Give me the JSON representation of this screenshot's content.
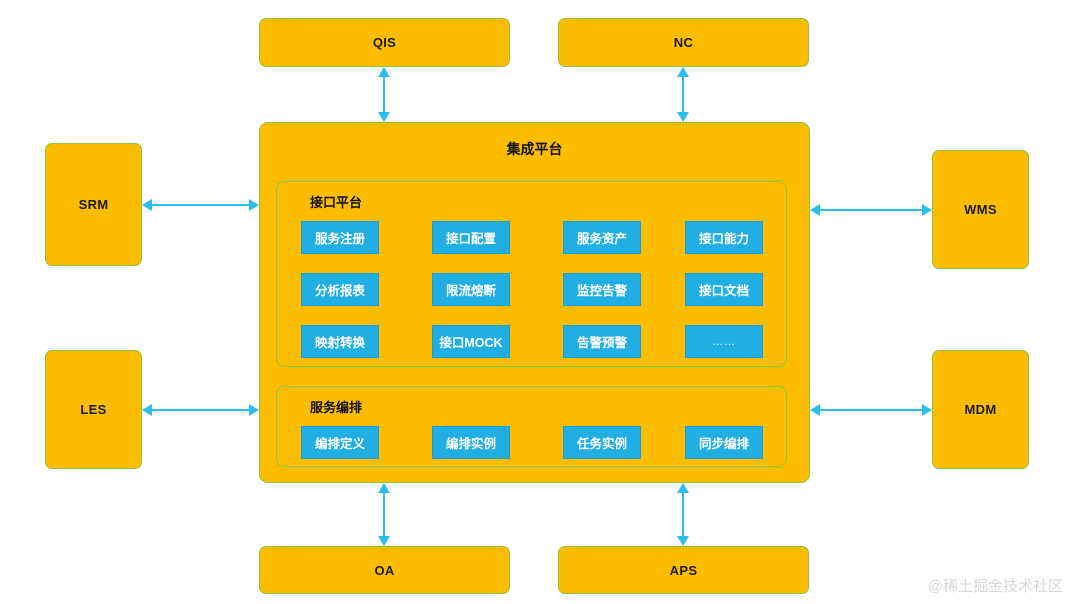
{
  "diagram": {
    "title": "集成平台",
    "colors": {
      "system_box_fill": "#FCBD00",
      "system_box_border": "#8DC63F",
      "cell_fill": "#21AFE3",
      "arrow": "#2BBEEC",
      "background": "#FFFFFF",
      "watermark": "#D8D8D8"
    },
    "watermark": "@稀土掘金技术社区",
    "external_systems": {
      "top": [
        {
          "label": "QIS"
        },
        {
          "label": "NC"
        }
      ],
      "left": [
        {
          "label": "SRM"
        },
        {
          "label": "LES"
        }
      ],
      "right": [
        {
          "label": "WMS"
        },
        {
          "label": "MDM"
        }
      ],
      "bottom": [
        {
          "label": "OA"
        },
        {
          "label": "APS"
        }
      ]
    },
    "panels": [
      {
        "title": "接口平台",
        "cells": [
          "服务注册",
          "接口配置",
          "服务资产",
          "接口能力",
          "分析报表",
          "限流熔断",
          "监控告警",
          "接口文档",
          "映射转换",
          "接口MOCK",
          "告警预警",
          "……"
        ]
      },
      {
        "title": "服务编排",
        "cells": [
          "编排定义",
          "编排实例",
          "任务实例",
          "同步编排"
        ]
      }
    ],
    "connections": [
      {
        "from": "QIS",
        "to": "集成平台",
        "direction": "bidirectional"
      },
      {
        "from": "NC",
        "to": "集成平台",
        "direction": "bidirectional"
      },
      {
        "from": "SRM",
        "to": "集成平台",
        "direction": "bidirectional"
      },
      {
        "from": "LES",
        "to": "集成平台",
        "direction": "bidirectional"
      },
      {
        "from": "集成平台",
        "to": "WMS",
        "direction": "bidirectional"
      },
      {
        "from": "集成平台",
        "to": "MDM",
        "direction": "bidirectional"
      },
      {
        "from": "集成平台",
        "to": "OA",
        "direction": "bidirectional"
      },
      {
        "from": "集成平台",
        "to": "APS",
        "direction": "bidirectional"
      }
    ]
  }
}
